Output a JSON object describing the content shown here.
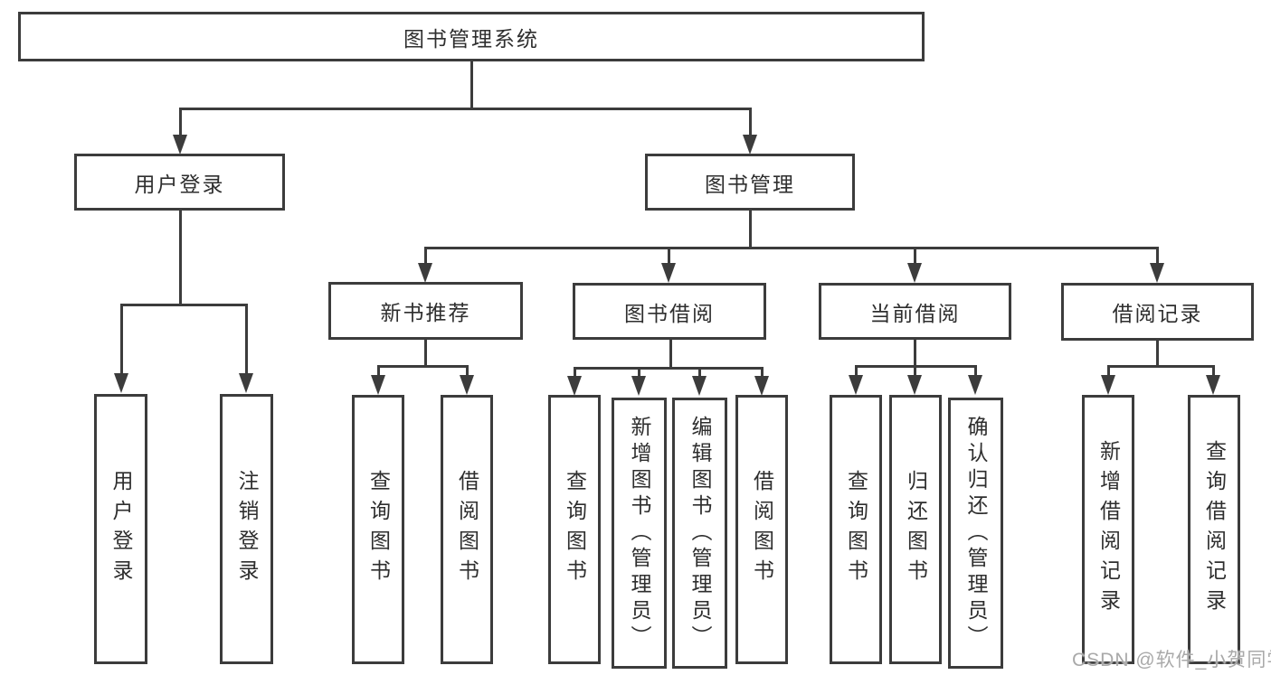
{
  "tree": {
    "root": {
      "label": "图书管理系统",
      "children": [
        {
          "label": "用户登录",
          "children": [
            {
              "label": "用户登录"
            },
            {
              "label": "注销登录"
            }
          ]
        },
        {
          "label": "图书管理",
          "children": [
            {
              "label": "新书推荐",
              "children": [
                {
                  "label": "查询图书"
                },
                {
                  "label": "借阅图书"
                }
              ]
            },
            {
              "label": "图书借阅",
              "children": [
                {
                  "label": "查询图书"
                },
                {
                  "label": "新增图书（管理员）"
                },
                {
                  "label": "编辑图书（管理员）"
                },
                {
                  "label": "借阅图书"
                }
              ]
            },
            {
              "label": "当前借阅",
              "children": [
                {
                  "label": "查询图书"
                },
                {
                  "label": "归还图书"
                },
                {
                  "label": "确认归还（管理员）"
                }
              ]
            },
            {
              "label": "借阅记录",
              "children": [
                {
                  "label": "新增借阅记录"
                },
                {
                  "label": "查询借阅记录"
                }
              ]
            }
          ]
        }
      ]
    }
  },
  "watermark": "CSDN @软件_小贺同学",
  "colors": {
    "line": "#3c3c3c",
    "text": "#2e2e2e",
    "watermark": "#a9a9a9",
    "background": "#ffffff"
  }
}
